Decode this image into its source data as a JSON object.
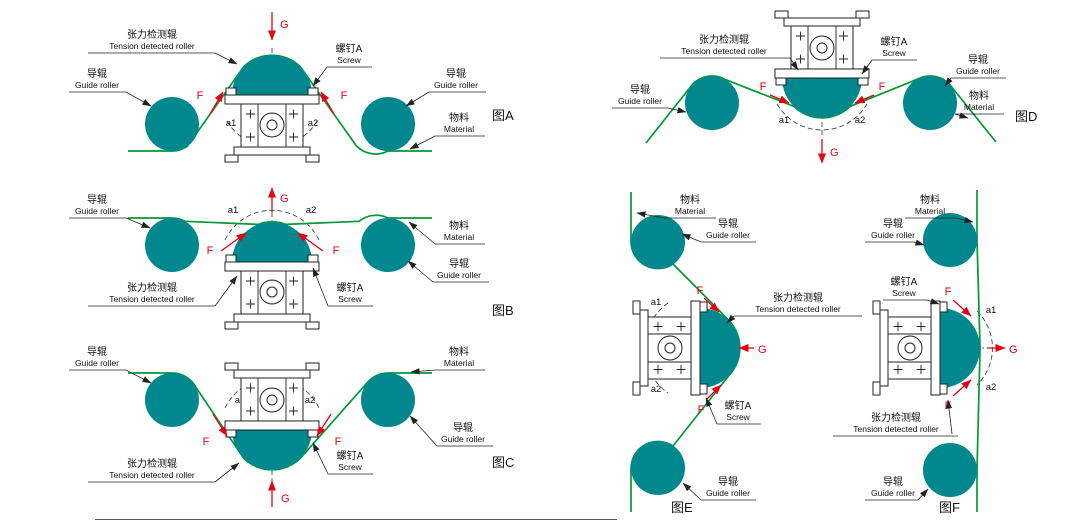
{
  "colors": {
    "roller": "#00888e",
    "material": "#009933",
    "accent": "#e60012",
    "line": "#222222"
  },
  "labels": {
    "tension_cn": "张力检测辊",
    "tension_en": "Tension detected roller",
    "guide_cn": "导辊",
    "guide_en": "Guide roller",
    "material_cn": "物料",
    "material_en": "Material",
    "screw_cn": "螺钉A",
    "screw_en": "Screw",
    "force": "F",
    "gravity": "G",
    "angle1": "a1",
    "angle2": "a2"
  },
  "figures": {
    "a": {
      "caption": "图A"
    },
    "b": {
      "caption": "图B"
    },
    "c": {
      "caption": "图C"
    },
    "d": {
      "caption": "图D"
    },
    "e": {
      "caption": "图E"
    },
    "f": {
      "caption": "图F"
    }
  }
}
